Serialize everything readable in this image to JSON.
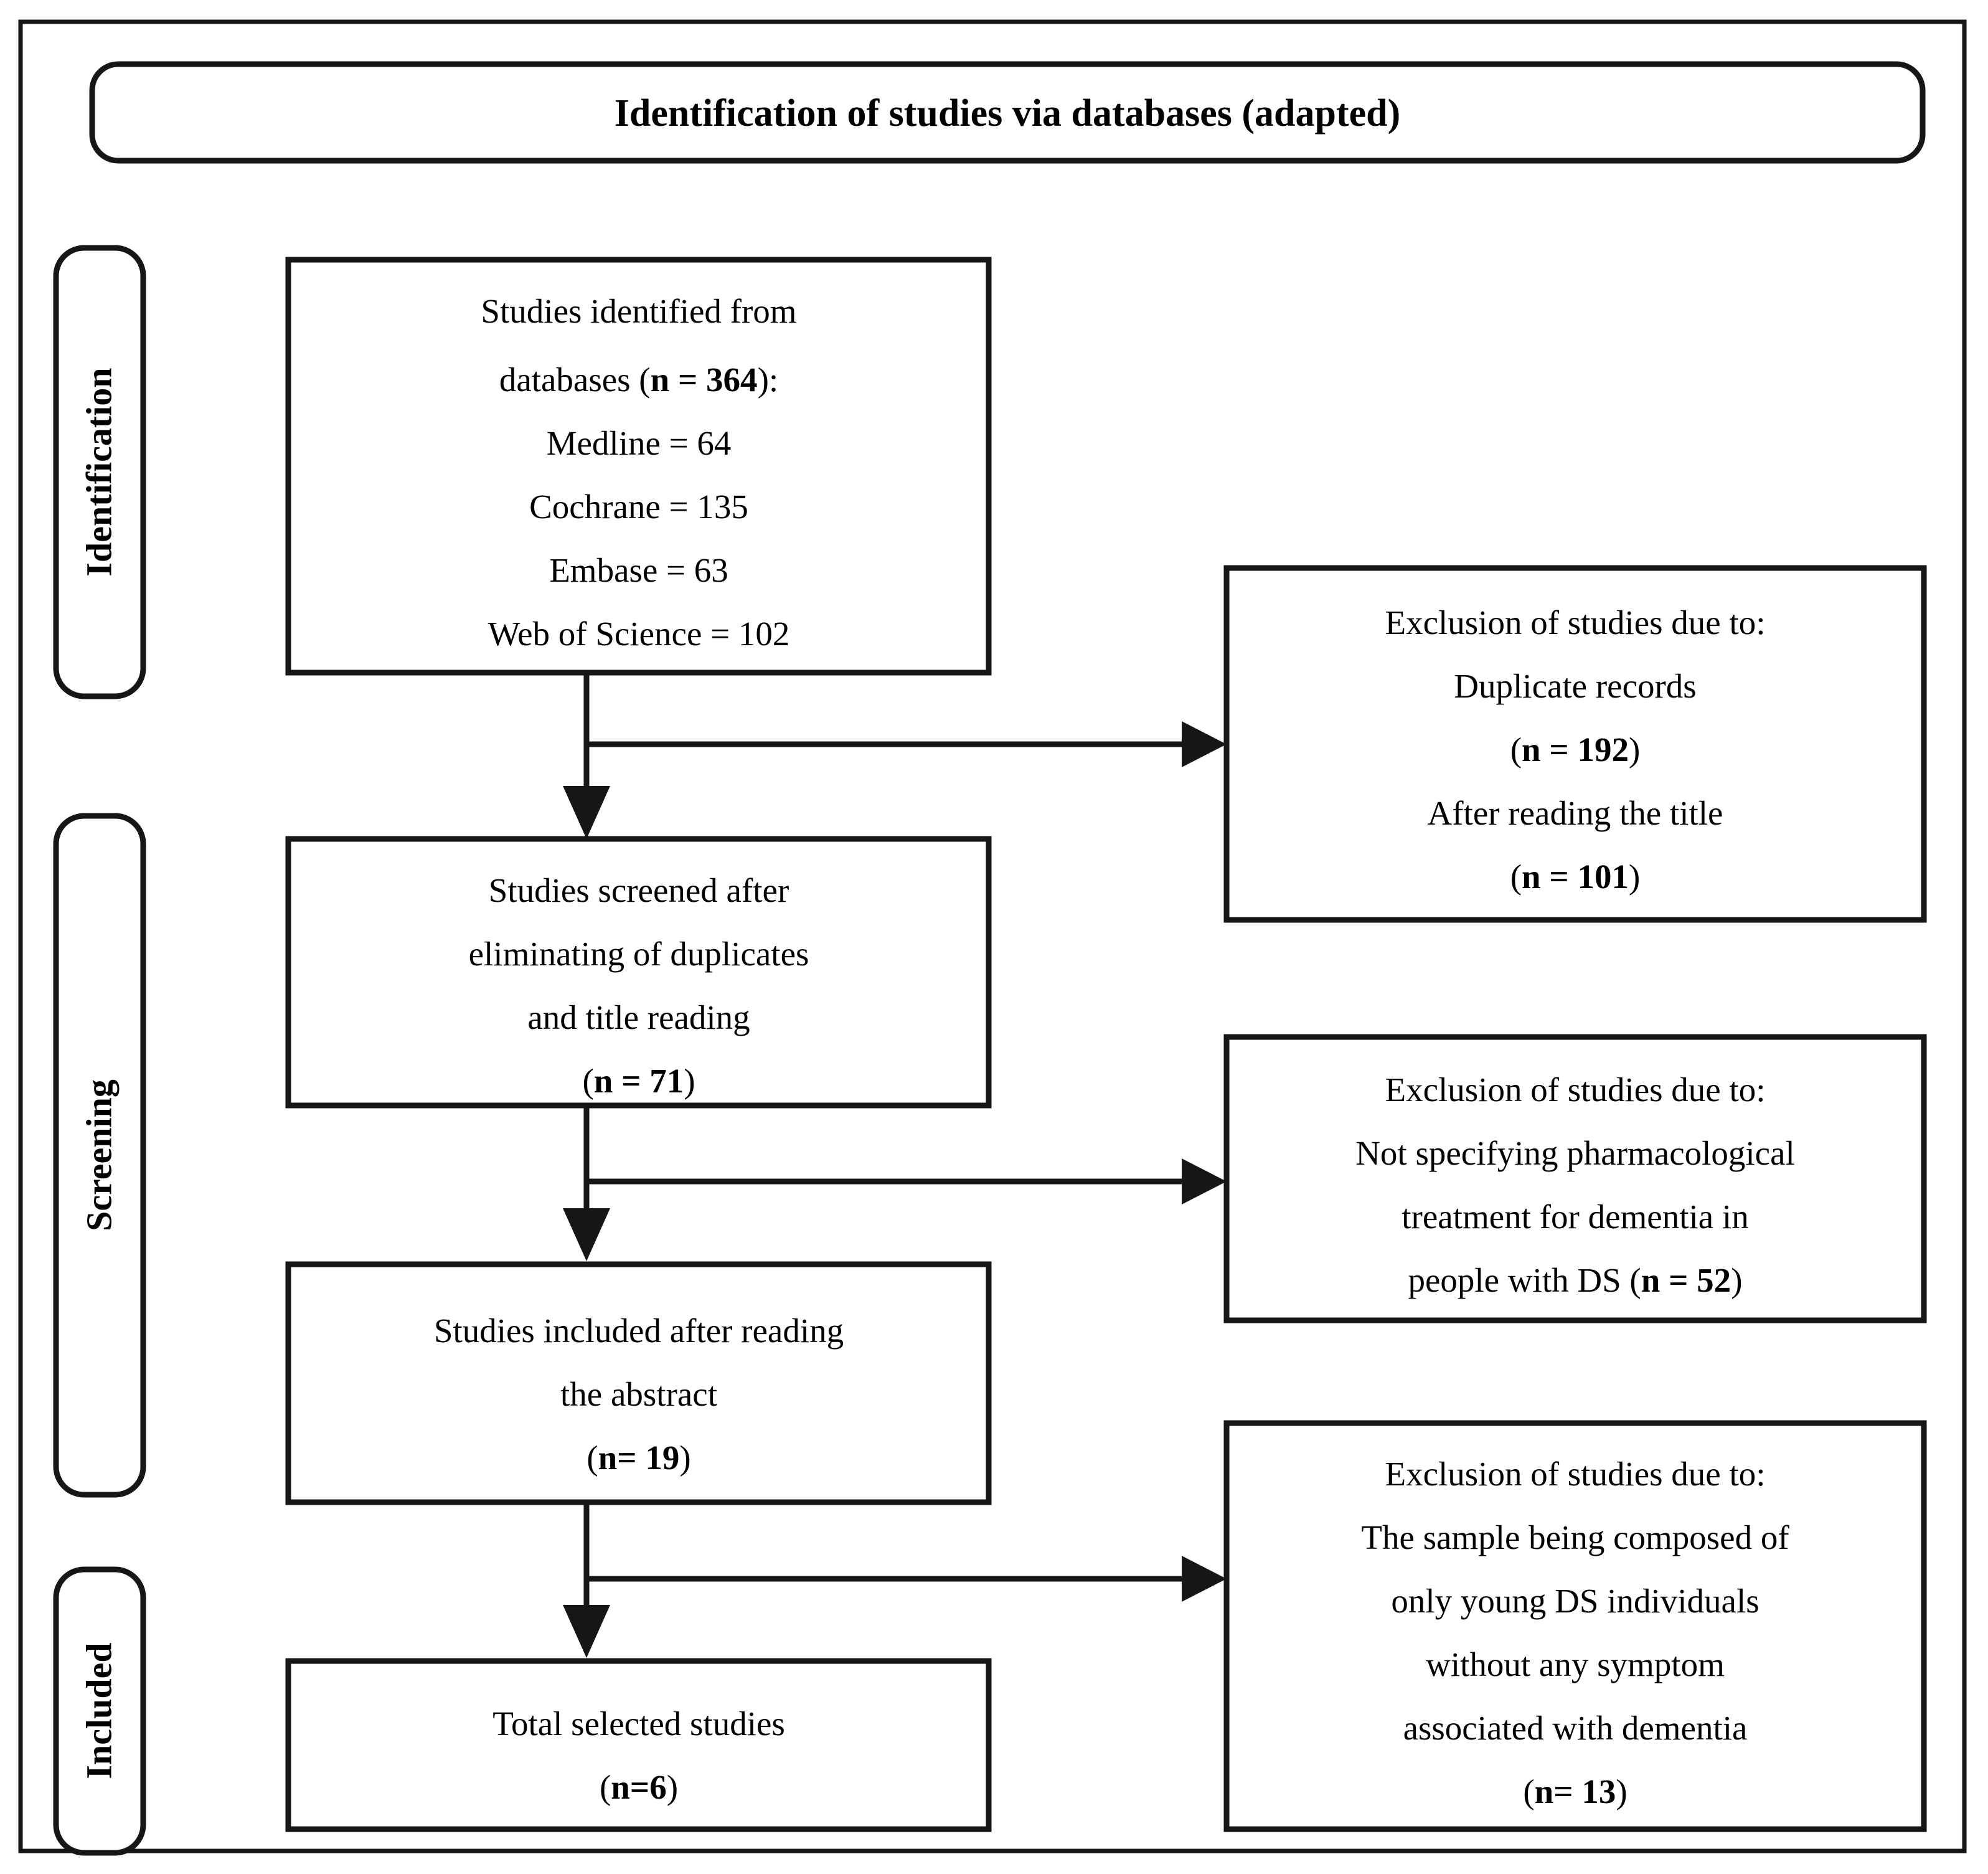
{
  "diagram": {
    "type": "prisma-flow-diagram",
    "title": "Identification of studies via databases (adapted)",
    "stages": [
      {
        "id": "identification",
        "label": "Identification"
      },
      {
        "id": "screening",
        "label": "Screening"
      },
      {
        "id": "included",
        "label": "Included"
      }
    ],
    "flow_boxes": [
      {
        "id": "identified",
        "lines": [
          {
            "text": "Studies identified from"
          },
          {
            "text": "databases (",
            "bold": "n = 364",
            "tail": "):"
          },
          {
            "text": "Medline = 64"
          },
          {
            "text": "Cochrane = 135"
          },
          {
            "text": "Embase = 63"
          },
          {
            "text": "Web of Science = 102"
          }
        ]
      },
      {
        "id": "screened",
        "lines": [
          {
            "text": "Studies screened after"
          },
          {
            "text": "eliminating of duplicates"
          },
          {
            "text": "and title reading"
          },
          {
            "text": "(",
            "bold": "n = 71",
            "tail": ")"
          }
        ]
      },
      {
        "id": "abstract-included",
        "lines": [
          {
            "text": "Studies included after reading"
          },
          {
            "text": "the abstract"
          },
          {
            "text": "(",
            "bold": "n= 19",
            "tail": ")"
          }
        ]
      },
      {
        "id": "total-selected",
        "lines": [
          {
            "text": "Total selected studies"
          },
          {
            "text": "(",
            "bold": "n=6",
            "tail": ")"
          }
        ]
      }
    ],
    "exclusion_boxes": [
      {
        "id": "exclusion-duplicates",
        "lines": [
          {
            "text": "Exclusion of studies due to:"
          },
          {
            "text": "Duplicate records"
          },
          {
            "text": "(",
            "bold": "n = 192",
            "tail": ")"
          },
          {
            "text": "After reading the title"
          },
          {
            "text": "(",
            "bold": "n = 101",
            "tail": ")"
          }
        ]
      },
      {
        "id": "exclusion-not-specifying",
        "lines": [
          {
            "text": "Exclusion of studies due to:"
          },
          {
            "text": "Not specifying pharmacological"
          },
          {
            "text": "treatment for dementia in"
          },
          {
            "text": "people with DS (",
            "bold": "n = 52",
            "tail": ")"
          }
        ]
      },
      {
        "id": "exclusion-young-ds",
        "lines": [
          {
            "text": "Exclusion of studies due to:"
          },
          {
            "text": "The sample being composed of"
          },
          {
            "text": "only young DS individuals"
          },
          {
            "text": "without any symptom"
          },
          {
            "text": "associated with dementia"
          },
          {
            "text": "(",
            "bold": "n= 13",
            "tail": ")"
          }
        ]
      }
    ],
    "counts": {
      "total_identified": 364,
      "medline": 64,
      "cochrane": 135,
      "embase": 63,
      "web_of_science": 102,
      "duplicates_excluded": 192,
      "excluded_after_title": 101,
      "screened": 71,
      "excluded_not_specifying": 52,
      "included_after_abstract": 19,
      "excluded_young_ds": 13,
      "total_selected": 6
    },
    "colors": {
      "stroke": "#161616",
      "text": "#000000",
      "background": "#ffffff"
    }
  }
}
